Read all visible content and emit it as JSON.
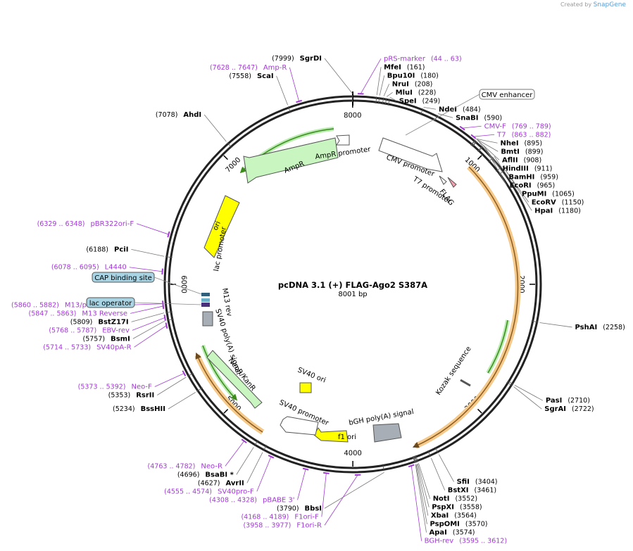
{
  "credit": {
    "created_by": "Created by",
    "app": "SnapGene"
  },
  "plasmid": {
    "name": "pcDNA 3.1 (+) FLAG-Ago2 S387A",
    "length": "8001 bp",
    "total_bp": 8001
  },
  "colors": {
    "enzyme": "#000000",
    "primer": "#a23ad4",
    "orf_fill": "#f5c98a",
    "gene_fill": "#c8f5c0",
    "ori_fill": "#ffff00",
    "polya_fill": "#a7aeb5",
    "lac_box": "#a8d4e4"
  },
  "ticks": [
    {
      "label": "1000",
      "bp": 1000
    },
    {
      "label": "2000",
      "bp": 2000
    },
    {
      "label": "3000",
      "bp": 3000
    },
    {
      "label": "4000",
      "bp": 4000
    },
    {
      "label": "5000",
      "bp": 5000
    },
    {
      "label": "6000",
      "bp": 6000
    },
    {
      "label": "7000",
      "bp": 7000
    },
    {
      "label": "8000",
      "bp": 8000
    }
  ],
  "labels": {
    "inner": [
      "AmpR",
      "AmpR promoter",
      "ori",
      "CMV promoter",
      "T7 promoter",
      "FLAG",
      "lac promoter",
      "M13 rev",
      "SV40 poly(A) signal",
      "NeoR/KanR",
      "SV40 promoter",
      "SV40 ori",
      "f1 ori",
      "bGH poly(A) signal",
      "Kozak sequence"
    ]
  },
  "boxed": [
    "CMV enhancer",
    "CAP binding site",
    "lac operator"
  ],
  "outer": [
    {
      "side": "r",
      "name": "pRS-marker",
      "pos": "(44 .. 63)",
      "kind": "primer",
      "bp": 53
    },
    {
      "side": "r",
      "name": "MfeI",
      "pos": "(161)",
      "kind": "enzyme",
      "bp": 161
    },
    {
      "side": "r",
      "name": "Bpu10I",
      "pos": "(180)",
      "kind": "enzyme",
      "bp": 180
    },
    {
      "side": "r",
      "name": "NruI",
      "pos": "(208)",
      "kind": "enzyme",
      "bp": 208
    },
    {
      "side": "r",
      "name": "MluI",
      "pos": "(228)",
      "kind": "enzyme",
      "bp": 228
    },
    {
      "side": "r",
      "name": "SpeI",
      "pos": "(249)",
      "kind": "enzyme",
      "bp": 249
    },
    {
      "side": "r",
      "name": "NdeI",
      "pos": "(484)",
      "kind": "enzyme",
      "bp": 484
    },
    {
      "side": "r",
      "name": "SnaBI",
      "pos": "(590)",
      "kind": "enzyme",
      "bp": 590
    },
    {
      "side": "r",
      "name": "CMV-F",
      "pos": "(769 .. 789)",
      "kind": "primer",
      "bp": 779
    },
    {
      "side": "r",
      "name": "T7",
      "pos": "(863 .. 882)",
      "kind": "primer",
      "bp": 872
    },
    {
      "side": "r",
      "name": "NheI",
      "pos": "(895)",
      "kind": "enzyme",
      "bp": 895
    },
    {
      "side": "r",
      "name": "BmtI",
      "pos": "(899)",
      "kind": "enzyme",
      "bp": 899
    },
    {
      "side": "r",
      "name": "AflII",
      "pos": "(908)",
      "kind": "enzyme",
      "bp": 908
    },
    {
      "side": "r",
      "name": "HindIII",
      "pos": "(911)",
      "kind": "enzyme",
      "bp": 911
    },
    {
      "side": "r",
      "name": "BamHI",
      "pos": "(959)",
      "kind": "enzyme",
      "bp": 959
    },
    {
      "side": "r",
      "name": "EcoRI",
      "pos": "(965)",
      "kind": "enzyme",
      "bp": 965
    },
    {
      "side": "r",
      "name": "PpuMI",
      "pos": "(1065)",
      "kind": "enzyme",
      "bp": 1065
    },
    {
      "side": "r",
      "name": "EcoRV",
      "pos": "(1150)",
      "kind": "enzyme",
      "bp": 1150
    },
    {
      "side": "r",
      "name": "HpaI",
      "pos": "(1180)",
      "kind": "enzyme",
      "bp": 1180
    },
    {
      "side": "r",
      "name": "PshAI",
      "pos": "(2258)",
      "kind": "enzyme",
      "bp": 2258
    },
    {
      "side": "r",
      "name": "PasI",
      "pos": "(2710)",
      "kind": "enzyme",
      "bp": 2710
    },
    {
      "side": "r",
      "name": "SgrAI",
      "pos": "(2722)",
      "kind": "enzyme",
      "bp": 2722
    },
    {
      "side": "r",
      "name": "SfiI",
      "pos": "(3404)",
      "kind": "enzyme",
      "bp": 3404
    },
    {
      "side": "r",
      "name": "BstXI",
      "pos": "(3461)",
      "kind": "enzyme",
      "bp": 3461
    },
    {
      "side": "r",
      "name": "NotI",
      "pos": "(3552)",
      "kind": "enzyme",
      "bp": 3552
    },
    {
      "side": "r",
      "name": "PspXI",
      "pos": "(3558)",
      "kind": "enzyme",
      "bp": 3558
    },
    {
      "side": "r",
      "name": "XbaI",
      "pos": "(3564)",
      "kind": "enzyme",
      "bp": 3564
    },
    {
      "side": "r",
      "name": "PspOMI",
      "pos": "(3570)",
      "kind": "enzyme",
      "bp": 3570
    },
    {
      "side": "r",
      "name": "ApaI",
      "pos": "(3574)",
      "kind": "enzyme",
      "bp": 3574
    },
    {
      "side": "r",
      "name": "BGH-rev",
      "pos": "(3595 .. 3612)",
      "kind": "primer",
      "bp": 3603
    },
    {
      "side": "l",
      "name": "BbsI",
      "pos": "(3790)",
      "kind": "enzyme",
      "bp": 3790
    },
    {
      "side": "l",
      "name": "F1ori-R",
      "pos": "(3958 .. 3977)",
      "kind": "primer",
      "bp": 3967
    },
    {
      "side": "l",
      "name": "F1ori-F",
      "pos": "(4168 .. 4189)",
      "kind": "primer",
      "bp": 4178
    },
    {
      "side": "l",
      "name": "pBABE 3'",
      "pos": "(4308 .. 4328)",
      "kind": "primer",
      "bp": 4318
    },
    {
      "side": "l",
      "name": "SV40pro-F",
      "pos": "(4555 .. 4574)",
      "kind": "primer",
      "bp": 4564
    },
    {
      "side": "l",
      "name": "AvrII",
      "pos": "(4627)",
      "kind": "enzyme",
      "bp": 4627
    },
    {
      "side": "l",
      "name": "BsaBI *",
      "pos": "(4696)",
      "kind": "enzyme",
      "bp": 4696
    },
    {
      "side": "l",
      "name": "Neo-R",
      "pos": "(4763 .. 4782)",
      "kind": "primer",
      "bp": 4772
    },
    {
      "side": "l",
      "name": "BssHII",
      "pos": "(5234)",
      "kind": "enzyme",
      "bp": 5234
    },
    {
      "side": "l",
      "name": "RsrII",
      "pos": "(5353)",
      "kind": "enzyme",
      "bp": 5353
    },
    {
      "side": "l",
      "name": "Neo-F",
      "pos": "(5373 .. 5392)",
      "kind": "primer",
      "bp": 5382
    },
    {
      "side": "l",
      "name": "SV40pA-R",
      "pos": "(5714 .. 5733)",
      "kind": "primer",
      "bp": 5723
    },
    {
      "side": "l",
      "name": "BsmI",
      "pos": "(5757)",
      "kind": "enzyme",
      "bp": 5757
    },
    {
      "side": "l",
      "name": "EBV-rev",
      "pos": "(5768 .. 5787)",
      "kind": "primer",
      "bp": 5777
    },
    {
      "side": "l",
      "name": "BstZ17I",
      "pos": "(5809)",
      "kind": "enzyme",
      "bp": 5809
    },
    {
      "side": "l",
      "name": "M13 Reverse",
      "pos": "(5847 .. 5863)",
      "kind": "primer",
      "bp": 5855
    },
    {
      "side": "l",
      "name": "M13/pUC Reverse",
      "pos": "(5860 .. 5882)",
      "kind": "primer",
      "bp": 5871
    },
    {
      "side": "l",
      "name": "L4440",
      "pos": "(6078 .. 6095)",
      "kind": "primer",
      "bp": 6086
    },
    {
      "side": "l",
      "name": "PciI",
      "pos": "(6188)",
      "kind": "enzyme",
      "bp": 6188
    },
    {
      "side": "l",
      "name": "pBR322ori-F",
      "pos": "(6329 .. 6348)",
      "kind": "primer",
      "bp": 6338
    },
    {
      "side": "l",
      "name": "AhdI",
      "pos": "(7078)",
      "kind": "enzyme",
      "bp": 7078
    },
    {
      "side": "l",
      "name": "ScaI",
      "pos": "(7558)",
      "kind": "enzyme",
      "bp": 7558
    },
    {
      "side": "l",
      "name": "Amp-R",
      "pos": "(7628 .. 7647)",
      "kind": "primer",
      "bp": 7637
    },
    {
      "side": "l",
      "name": "SgrDI",
      "pos": "(7999)",
      "kind": "enzyme",
      "bp": 7999
    }
  ]
}
